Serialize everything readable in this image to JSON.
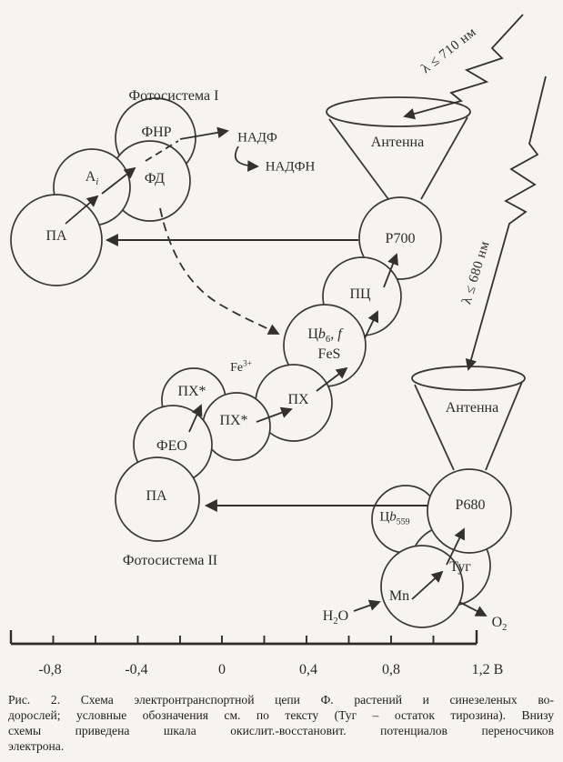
{
  "figure": {
    "photosystem1_title": "Фотосистема I",
    "photosystem2_title": "Фотосистема II",
    "light_ray_710": "λ ≤ 710 нм",
    "light_ray_680": "λ ≤ 680 нм",
    "antenna1_label": "Антенна",
    "antenna2_label": "Антенна",
    "nodes": {
      "fnr": "ФНР",
      "fd": "ФД",
      "pa1": "ПА",
      "p700": "P700",
      "pc": "ПЦ",
      "cb6f_fes": "FeS",
      "px_star_upper": "ПХ*",
      "px": "ПХ",
      "px_star_lower": "ПХ*",
      "feo": "ФЕО",
      "pa2": "ПА",
      "p680": "P680",
      "tyr": "Туг",
      "mn": "Mn",
      "nadp": "НАДФ",
      "nadph": "НАДФН"
    },
    "node_parts": {
      "ai": [
        {
          "t": "А"
        },
        {
          "t": "i",
          "s": "i sub"
        }
      ],
      "cyt_b6f": [
        {
          "t": "Ц"
        },
        {
          "t": "b",
          "s": "i"
        },
        {
          "t": "6",
          "s": "sub"
        },
        {
          "t": ", "
        },
        {
          "t": "f",
          "s": "i"
        }
      ],
      "cyt_b559": [
        {
          "t": "Ц"
        },
        {
          "t": "b",
          "s": "i"
        },
        {
          "t": "559",
          "s": "sub"
        }
      ],
      "fe3plus": [
        {
          "t": "Fe"
        },
        {
          "t": "3+",
          "s": "sup"
        }
      ],
      "h2o": [
        {
          "t": "H"
        },
        {
          "t": "2",
          "s": "sub"
        },
        {
          "t": "O"
        }
      ],
      "o2": [
        {
          "t": "O"
        },
        {
          "t": "2",
          "s": "sub"
        }
      ]
    },
    "axis": {
      "tick_labels": [
        "-0,8",
        "-0,4",
        "0",
        "0,4",
        "0,8",
        "1,2 В"
      ]
    },
    "caption_lines": [
      "Рис. 2. Схема электронтранспортной цепи Ф. растений и синезеленых во-",
      "дорослей; условные обозначения см. по тексту (Туг – остаток тирозина). Внизу",
      "схемы приведена шкала окислит.-восстановит. потенциалов переносчиков",
      "электрона."
    ]
  }
}
